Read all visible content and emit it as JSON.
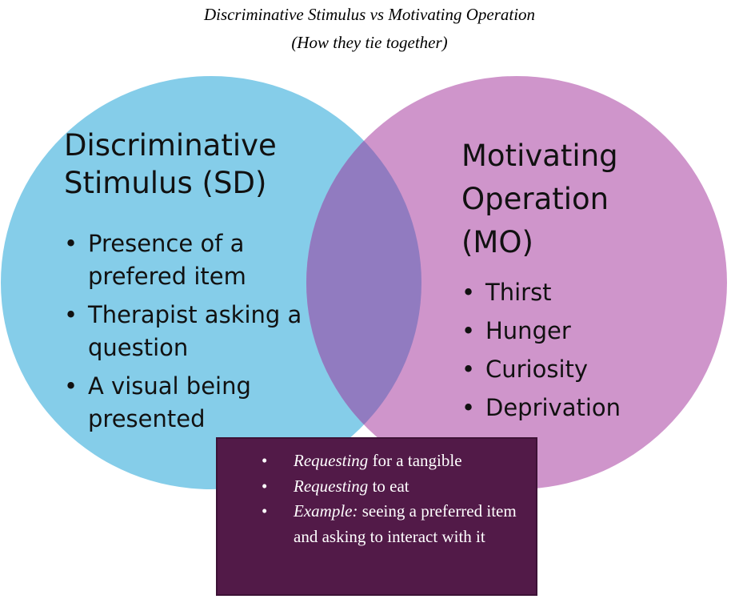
{
  "title": {
    "line1": "Discriminative Stimulus vs Motivating Operation",
    "line2": "(How they tie together)"
  },
  "colors": {
    "left_circle": "#85cde9",
    "right_circle": "#cf95cb",
    "overlap": "#917bc0",
    "box": "#521a48"
  },
  "left_circle": {
    "heading": [
      "Discriminative",
      "Stimulus (SD)"
    ],
    "items": [
      "Presence of a prefered item",
      "Therapist asking a question",
      "A visual being presented"
    ]
  },
  "right_circle": {
    "heading": [
      "Motivating",
      "Operation",
      "(MO)"
    ],
    "items": [
      "Thirst",
      "Hunger",
      "Curiosity",
      "Deprivation"
    ]
  },
  "overlap_box": {
    "items": [
      {
        "lead": "Requesting",
        "rest": " for a tangible"
      },
      {
        "lead": "Requesting",
        "rest": " to eat"
      },
      {
        "lead": "Example:",
        "rest": " seeing a preferred item and asking to interact with it"
      }
    ]
  }
}
